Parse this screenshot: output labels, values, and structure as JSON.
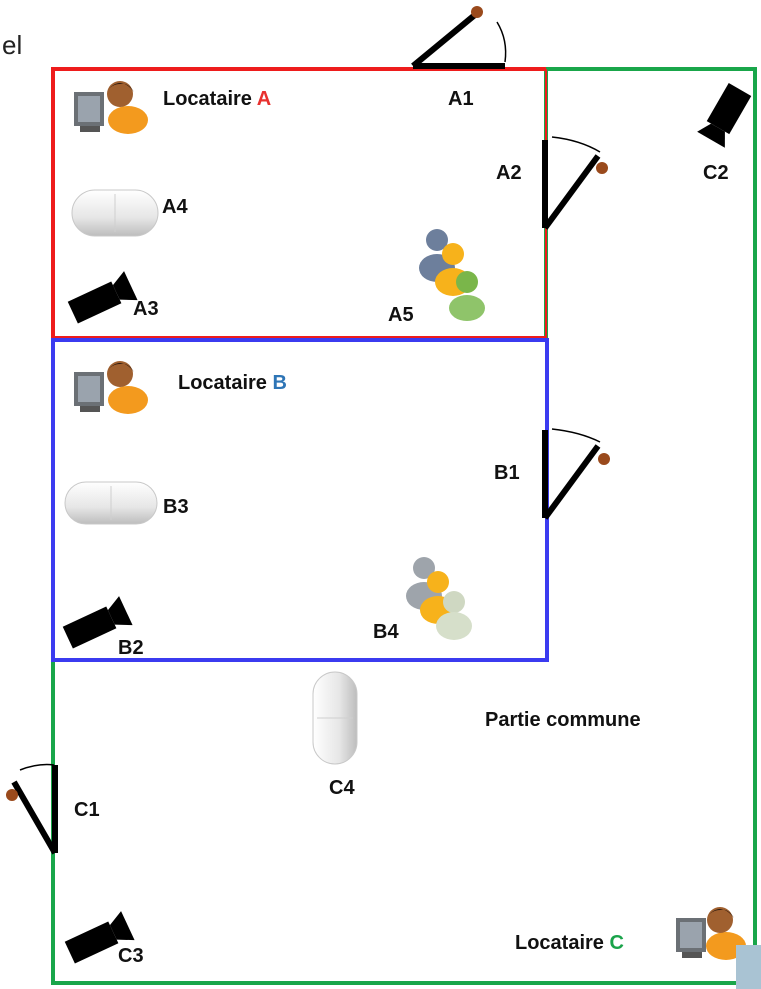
{
  "top_left_fragment": "el",
  "zones": {
    "a": {
      "prefix": "Locataire ",
      "letter": "A",
      "color": "#e8312f"
    },
    "b": {
      "prefix": "Locataire ",
      "letter": "B",
      "color": "#2e75b6"
    },
    "c": {
      "prefix": "Locataire ",
      "letter": "C",
      "color": "#1aa34a"
    },
    "common": "Partie commune"
  },
  "borders": {
    "a": "#ee1c1c",
    "b": "#3b3bf0",
    "c": "#19a64a"
  },
  "labels": {
    "a1": "A1",
    "a2": "A2",
    "a3": "A3",
    "a4": "A4",
    "a5": "A5",
    "b1": "B1",
    "b2": "B2",
    "b3": "B3",
    "b4": "B4",
    "c1": "C1",
    "c2": "C2",
    "c3": "C3",
    "c4": "C4"
  },
  "icons": {
    "door": "door-icon",
    "camera": "camera-icon",
    "sensor": "motion-sensor-icon",
    "user": "user-at-computer-icon",
    "group": "group-icon"
  }
}
